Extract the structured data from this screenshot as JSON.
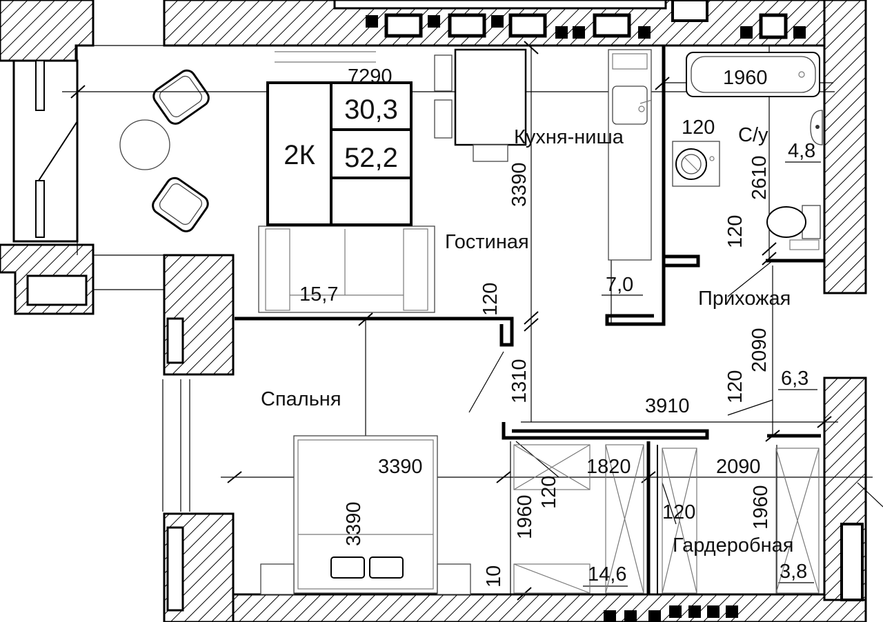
{
  "badge": {
    "rooms": "2К",
    "living_area": "30,3",
    "total_area": "52,2"
  },
  "rooms": {
    "kitchen": {
      "label": "Кухня-ниша",
      "area": "7,0"
    },
    "living": {
      "label": "Гостиная",
      "area": "15,7"
    },
    "bathroom": {
      "label": "С/у",
      "area": "4,8"
    },
    "hall": {
      "label": "Прихожая",
      "area": "6,3"
    },
    "bedroom": {
      "label": "Спальня",
      "area": "14,6"
    },
    "wardrobe": {
      "label": "Гардеробная",
      "area": "3,8"
    }
  },
  "dimensions": {
    "living_width": "7290",
    "living_depth": "3390",
    "bath_width": "1960",
    "bath_length": "2610",
    "wall_bath": "120",
    "wall_bath_2": "120",
    "wall_living": "120",
    "opening_living": "1310",
    "hall_width": "3910",
    "hall_depth": "2090",
    "wall_hall": "120",
    "bedroom_width": "3390",
    "bedroom_depth": "3390",
    "corridor_width": "1820",
    "corridor_depth": "1960",
    "wall_corridor": "120",
    "wardrobe_width": "2090",
    "wardrobe_depth": "1960",
    "wall_wardrobe": "120",
    "partial_bottom": "10"
  }
}
